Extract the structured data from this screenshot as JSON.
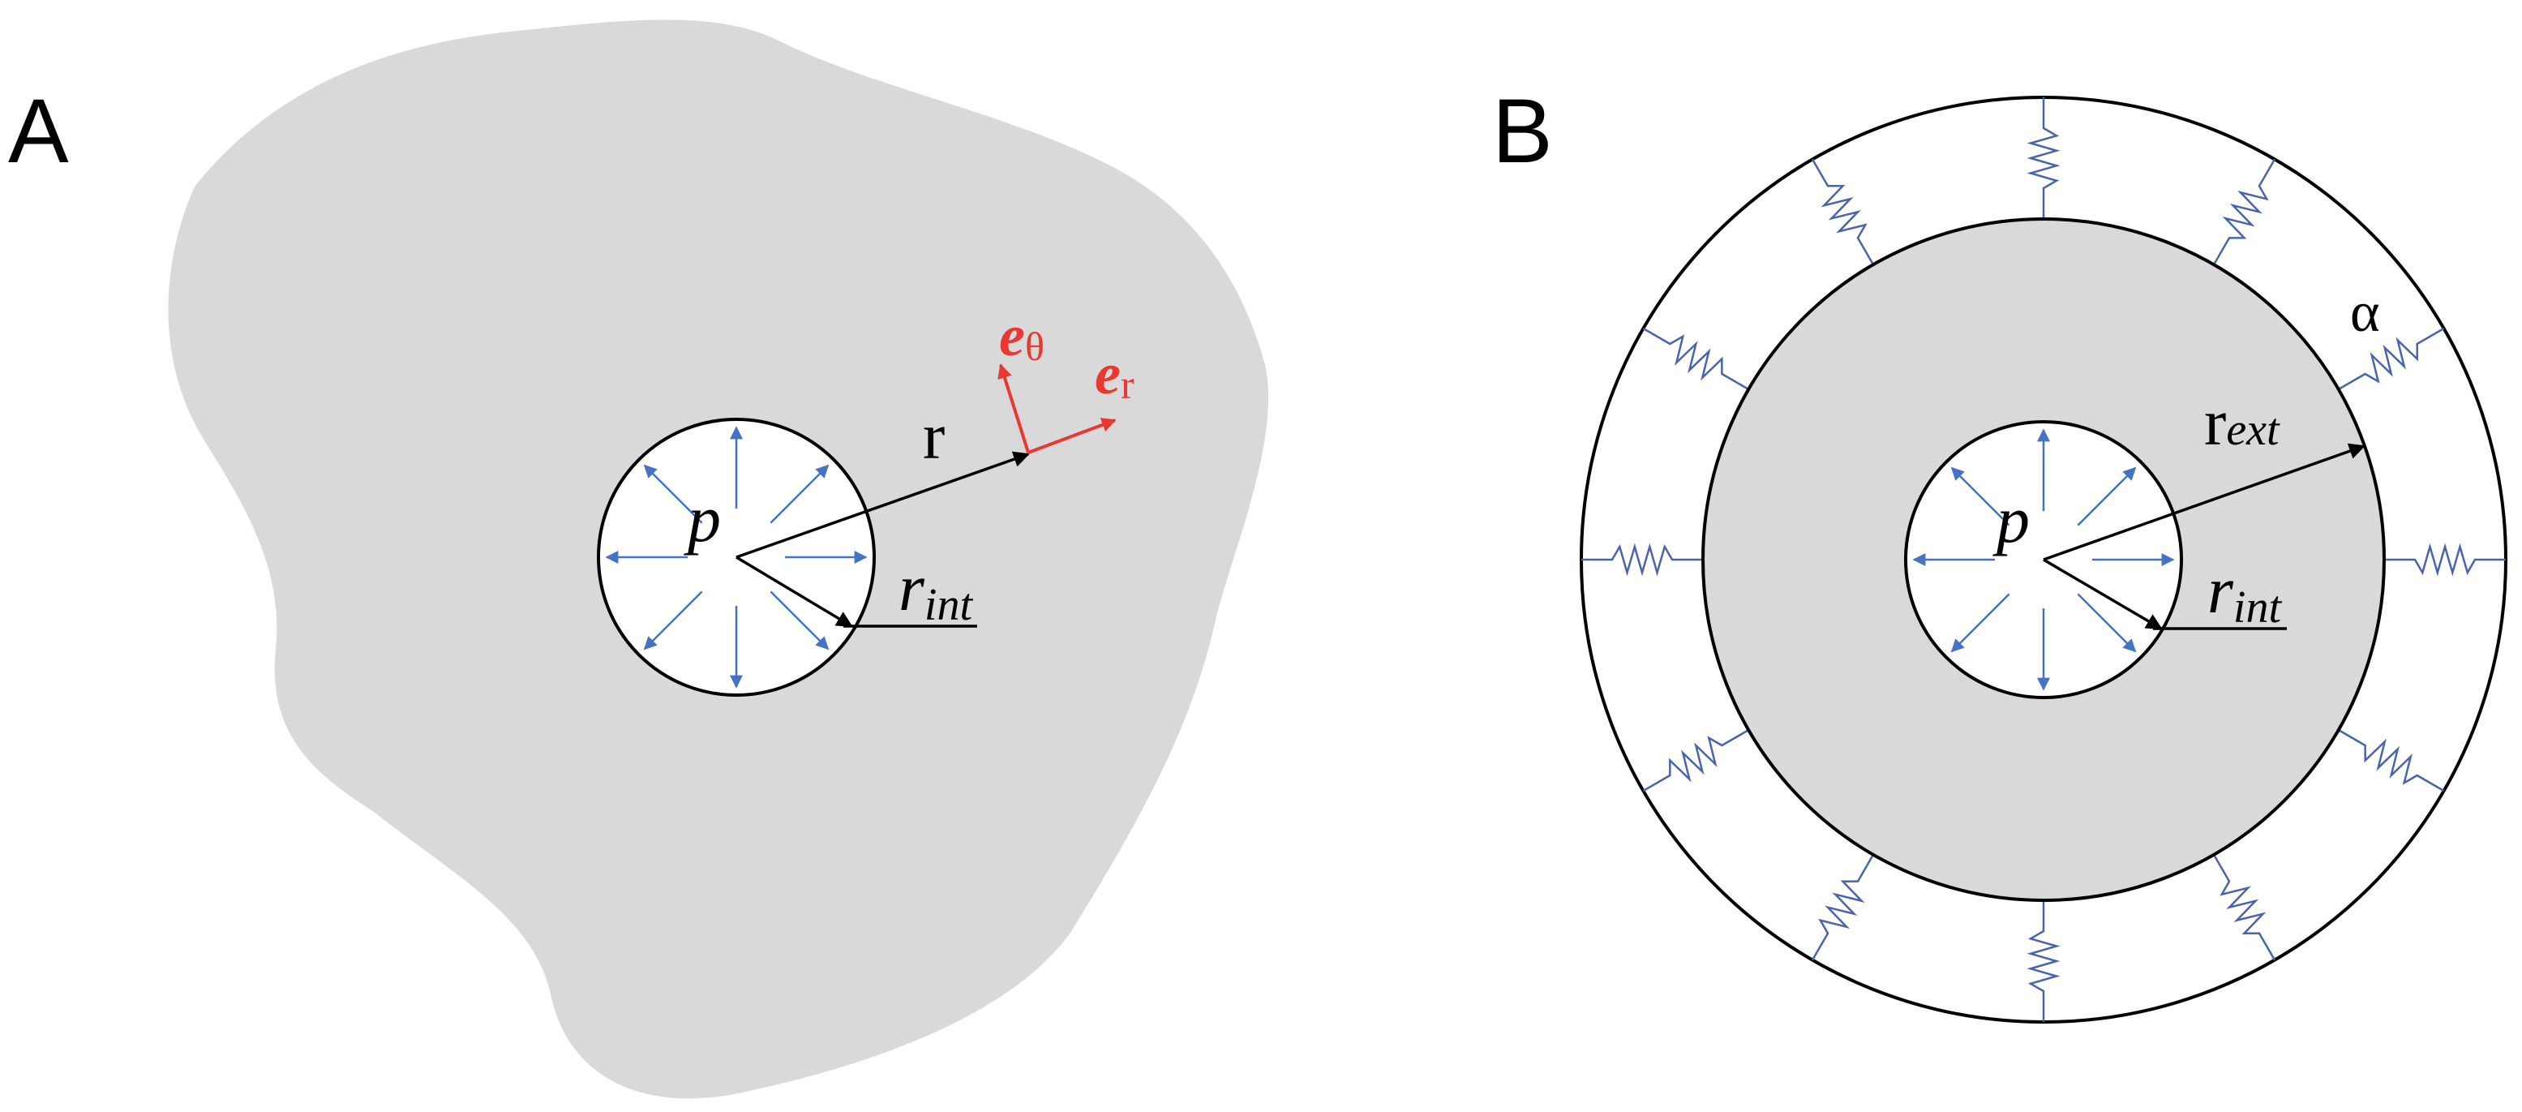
{
  "panels": {
    "a": {
      "label": "A",
      "pressure_symbol": "p",
      "radius_symbol": "r",
      "inner_radius": {
        "base": "r",
        "sub": "int"
      },
      "basis_theta": {
        "base": "e",
        "sub": "θ"
      },
      "basis_r": {
        "base": "e",
        "sub": "r"
      },
      "pressure_arrow_count": 8
    },
    "b": {
      "label": "B",
      "pressure_symbol": "p",
      "inner_radius": {
        "base": "r",
        "sub": "int"
      },
      "outer_radius": {
        "base": "r",
        "sub": "ext"
      },
      "spring_constant": "α",
      "pressure_arrow_count": 8,
      "spring_count": 12
    }
  },
  "colors": {
    "tissue": "#d9d9d9",
    "pressure_arrows": "#4472c4",
    "springs": "#4a64ab",
    "basis_vectors": "#e8382f",
    "outline": "#000000"
  }
}
